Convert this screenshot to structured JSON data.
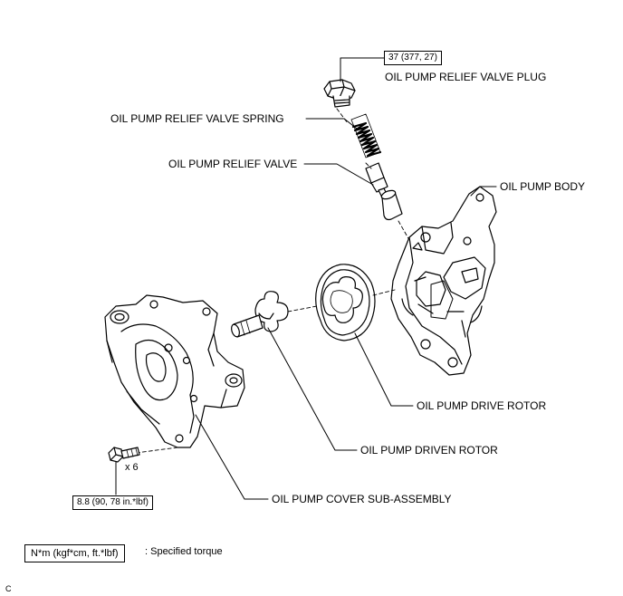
{
  "labels": {
    "relief_valve_plug": "OIL PUMP RELIEF VALVE PLUG",
    "relief_valve_spring": "OIL PUMP RELIEF VALVE SPRING",
    "relief_valve": "OIL PUMP RELIEF VALVE",
    "pump_body": "OIL PUMP BODY",
    "drive_rotor": "OIL PUMP DRIVE ROTOR",
    "driven_rotor": "OIL PUMP DRIVEN ROTOR",
    "cover_sub_assembly": "OIL PUMP COVER SUB-ASSEMBLY"
  },
  "torque": {
    "plug": "37 (377, 27)",
    "cover_bolt": "8.8 (90, 78 in.*lbf)"
  },
  "quantity": "x 6",
  "legend": {
    "unit_box": "N*m (kgf*cm, ft.*lbf)",
    "description": ": Specified torque"
  },
  "corner_mark": "C"
}
